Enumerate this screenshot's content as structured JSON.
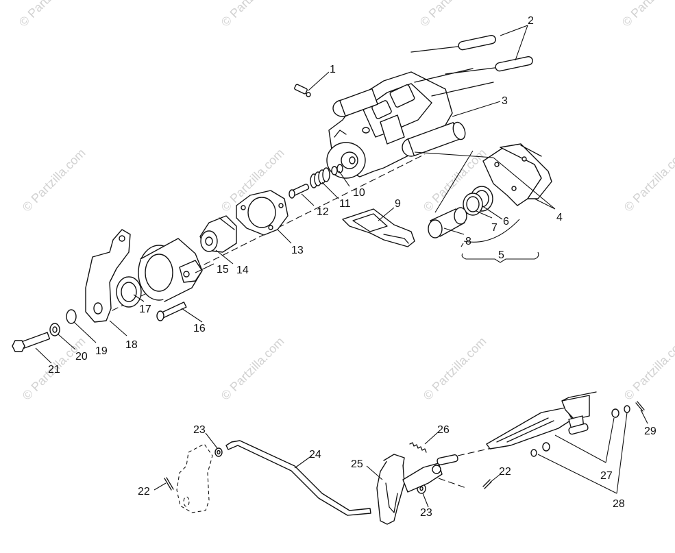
{
  "watermark": "© Partzilla.com",
  "callouts": [
    "1",
    "2",
    "3",
    "4",
    "5",
    "6",
    "7",
    "8",
    "9",
    "10",
    "11",
    "12",
    "13",
    "14",
    "15",
    "16",
    "17",
    "18",
    "19",
    "20",
    "21",
    "22",
    "22",
    "23",
    "23",
    "24",
    "25",
    "26",
    "27",
    "28",
    "29"
  ]
}
